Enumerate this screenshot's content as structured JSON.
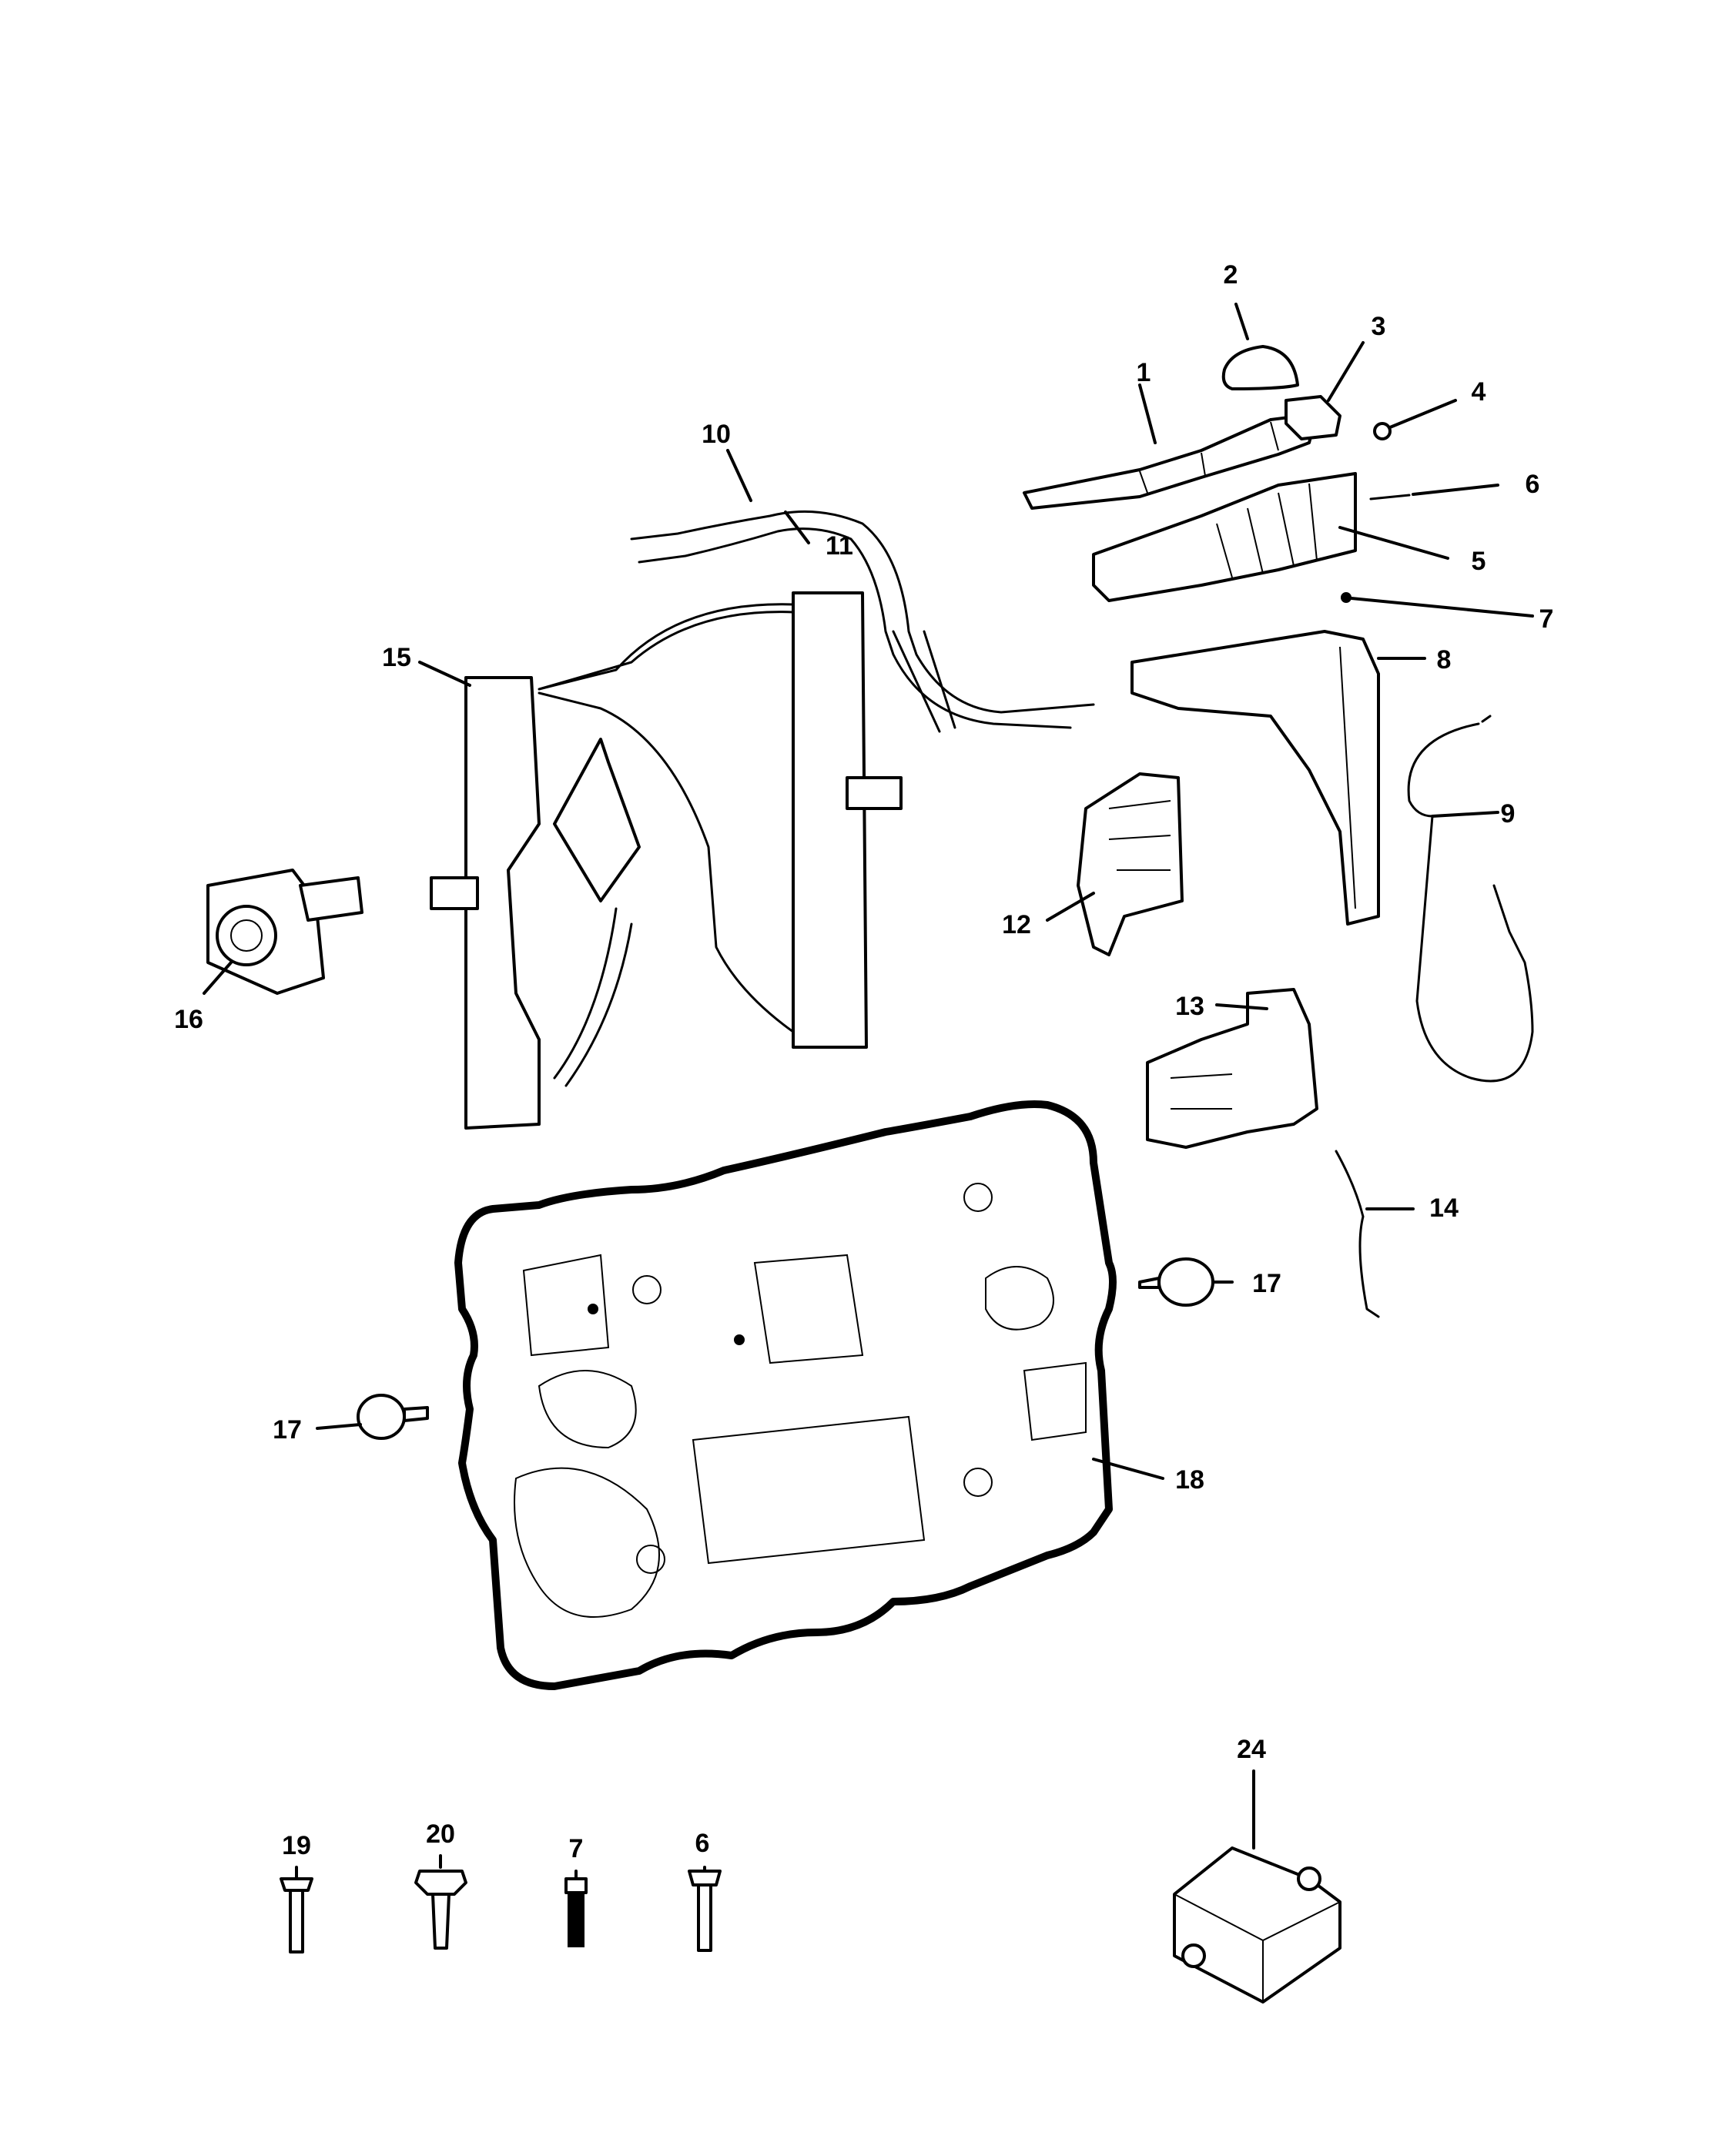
{
  "callouts": [
    {
      "id": "c1",
      "label": "1"
    },
    {
      "id": "c2",
      "label": "2"
    },
    {
      "id": "c3",
      "label": "3"
    },
    {
      "id": "c4",
      "label": "4"
    },
    {
      "id": "c5",
      "label": "5"
    },
    {
      "id": "c6",
      "label": "6"
    },
    {
      "id": "c7",
      "label": "7"
    },
    {
      "id": "c8",
      "label": "8"
    },
    {
      "id": "c9",
      "label": "9"
    },
    {
      "id": "c10",
      "label": "10"
    },
    {
      "id": "c11",
      "label": "11"
    },
    {
      "id": "c12",
      "label": "12"
    },
    {
      "id": "c13",
      "label": "13"
    },
    {
      "id": "c14",
      "label": "14"
    },
    {
      "id": "c15",
      "label": "15"
    },
    {
      "id": "c16",
      "label": "16"
    },
    {
      "id": "c17a",
      "label": "17"
    },
    {
      "id": "c17b",
      "label": "17"
    },
    {
      "id": "c18",
      "label": "18"
    },
    {
      "id": "c19",
      "label": "19"
    },
    {
      "id": "c20",
      "label": "20"
    },
    {
      "id": "c7b",
      "label": "7"
    },
    {
      "id": "c6b",
      "label": "6"
    },
    {
      "id": "c24",
      "label": "24"
    }
  ]
}
